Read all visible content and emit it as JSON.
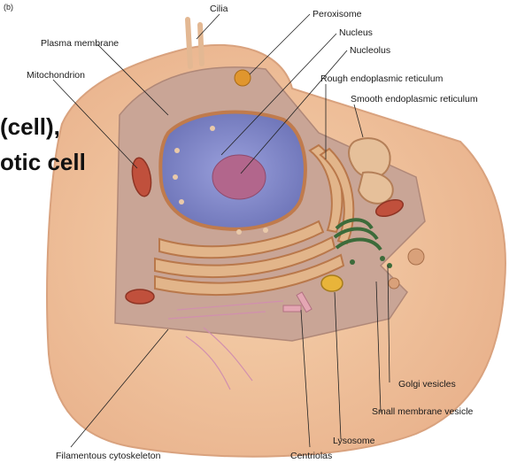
{
  "panel_label": "(b)",
  "overlay_text": {
    "line1": "(cell),",
    "line2": "otic cell"
  },
  "labels": {
    "cilia": "Cilia",
    "peroxisome": "Peroxisome",
    "plasma_membrane": "Plasma membrane",
    "nucleus": "Nucleus",
    "nucleolus": "Nucleolus",
    "mitochondrion": "Mitochondrion",
    "rough_er": "Rough endoplasmic reticulum",
    "smooth_er": "Smooth endoplasmic reticulum",
    "golgi_vesicles": "Golgi vesicles",
    "small_membrane_vesicle": "Small membrane vesicle",
    "lysosome": "Lysosome",
    "filamentous_cytoskeleton": "Filamentous cytoskeleton",
    "centrioles": "Centriolas"
  },
  "colors": {
    "cytoplasm": "#c9a596",
    "cell_body": "#f2c8a2",
    "nucleus": "#7f86c6",
    "nucleolus": "#b2668c",
    "er": "#c98a55",
    "mitochondrion": "#c0503c",
    "golgi": "#3c6b3a"
  }
}
